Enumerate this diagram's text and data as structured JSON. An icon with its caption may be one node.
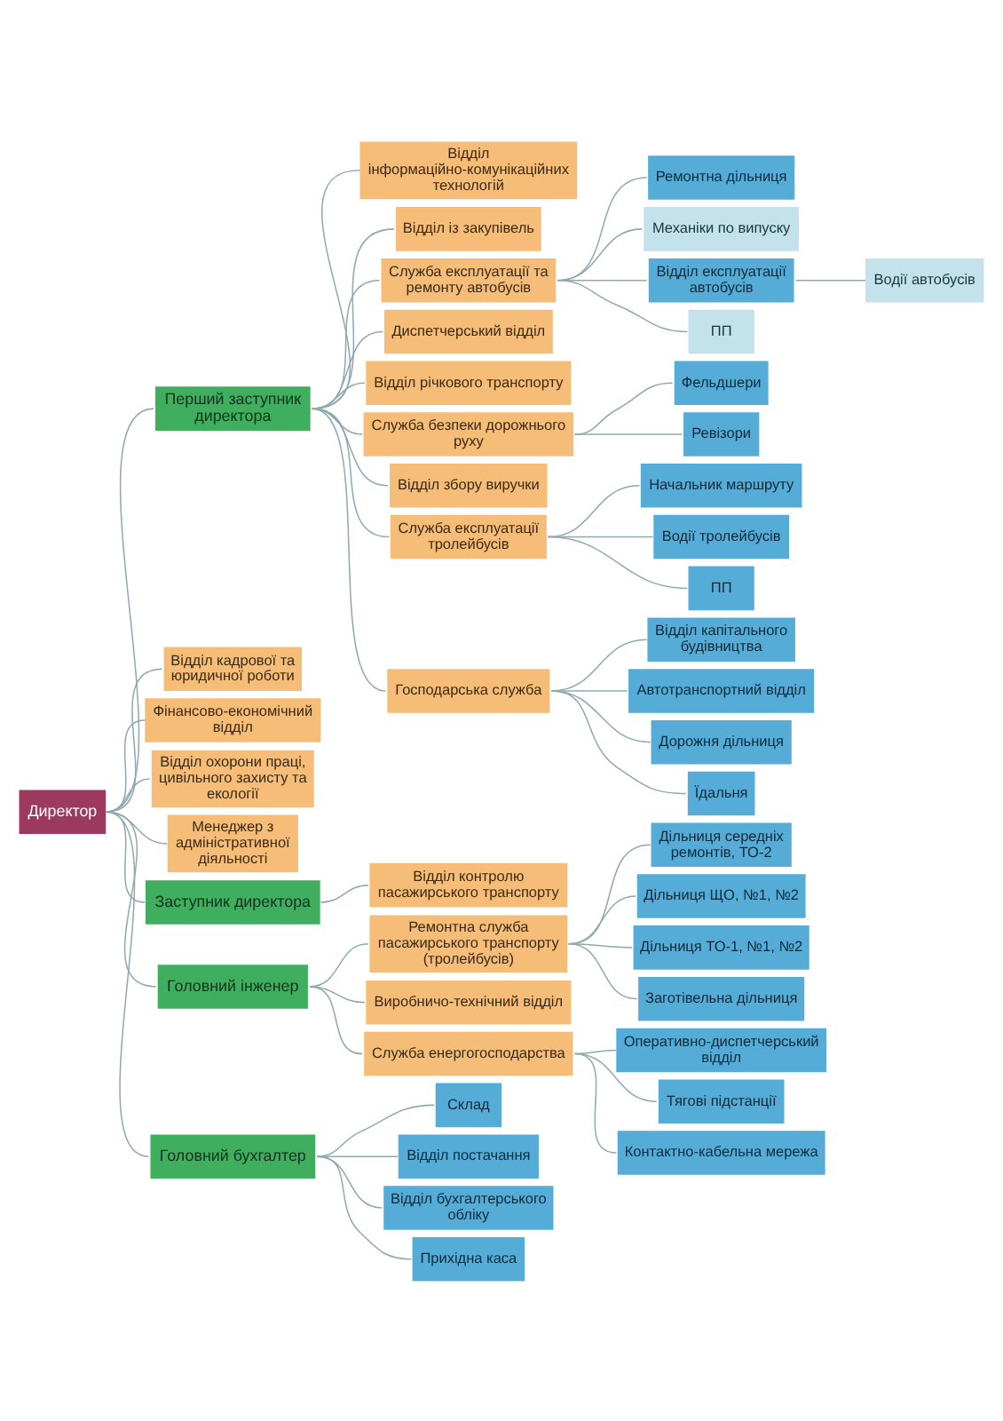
{
  "diagram": {
    "nodes": [
      {
        "text": [
          "Директор"
        ]
      },
      {
        "text": [
          "Перший заступник директора"
        ]
      },
      {
        "text": [
          "Відділ інформаційно-комунікаційних технологій"
        ]
      },
      {
        "text": [
          "Відділ із закупівель"
        ]
      },
      {
        "text": [
          "Служба експлуатації та ремонту автобусів"
        ]
      },
      {
        "text": [
          "Ремонтна дільниця"
        ]
      },
      {
        "text": [
          "Механіки по випуску"
        ]
      },
      {
        "text": [
          "Відділ експлуатації автобусів"
        ]
      },
      {
        "text": [
          "Водії автобусів"
        ]
      },
      {
        "text": [
          "ПП"
        ]
      },
      {
        "text": [
          "Диспетчерський відділ"
        ]
      },
      {
        "text": [
          "Відділ річкового транспорту"
        ]
      },
      {
        "text": [
          "Служба безпеки дорожнього руху"
        ]
      },
      {
        "text": [
          "Фельдшери"
        ]
      },
      {
        "text": [
          "Ревізори"
        ]
      },
      {
        "text": [
          "Відділ збору виручки"
        ]
      },
      {
        "text": [
          "Служба експлуатації тролейбусів"
        ]
      },
      {
        "text": [
          "Начальник маршруту"
        ]
      },
      {
        "text": [
          "Водії тролейбусів"
        ]
      },
      {
        "text": [
          "ПП"
        ]
      },
      {
        "text": [
          "Господарська служба"
        ]
      },
      {
        "text": [
          "Відділ капітального будівництва"
        ]
      },
      {
        "text": [
          "Автотранспортний відділ"
        ]
      },
      {
        "text": [
          "Дорожня дільниця"
        ]
      },
      {
        "text": [
          "Їдальня"
        ]
      },
      {
        "text": [
          "Відділ кадрової та юридичної роботи"
        ]
      },
      {
        "text": [
          "Фінансово-економічний відділ"
        ]
      },
      {
        "text": [
          "Відділ охорони праці, цивільного захисту та екології"
        ]
      },
      {
        "text": [
          "Менеджер з адміністративної діяльності"
        ]
      },
      {
        "text": [
          "Заступник директора"
        ]
      },
      {
        "text": [
          "Відділ контролю пасажирського транспорту"
        ]
      },
      {
        "text": [
          "Головний інженер"
        ]
      },
      {
        "text": [
          "Ремонтна служба пасажирського транспорту (тролейбусів)"
        ]
      },
      {
        "text": [
          "Дільниця середніх ремонтів, ТО-2"
        ]
      },
      {
        "text": [
          "Дільниця ЩО, №1, №2"
        ]
      },
      {
        "text": [
          "Дільниця ТО-1, №1, №2"
        ]
      },
      {
        "text": [
          "Заготівельна дільниця"
        ]
      },
      {
        "text": [
          "Виробничо-технічний відділ"
        ]
      },
      {
        "text": [
          "Служба енергогосподарства"
        ]
      },
      {
        "text": [
          "Оперативно-диспетчерський відділ"
        ]
      },
      {
        "text": [
          "Тягові підстанції"
        ]
      },
      {
        "text": [
          "Контактно-кабельна мережа"
        ]
      },
      {
        "text": [
          "Головний бухгалтер"
        ]
      },
      {
        "text": [
          "Склад"
        ]
      },
      {
        "text": [
          "Відділ постачання"
        ]
      },
      {
        "text": [
          "Відділ бухгалтерського обліку"
        ]
      },
      {
        "text": [
          "Прихідна каса"
        ]
      }
    ],
    "edges": [
      {
        "from": 0,
        "to": 1,
        "arrow": "none"
      },
      {
        "from": 0,
        "to": 25,
        "arrow": "none"
      },
      {
        "from": 0,
        "to": 26,
        "arrow": "none"
      },
      {
        "from": 0,
        "to": 27,
        "arrow": "none"
      },
      {
        "from": 0,
        "to": 28,
        "arrow": "none"
      },
      {
        "from": 0,
        "to": 29,
        "arrow": "none"
      },
      {
        "from": 0,
        "to": 31,
        "arrow": "none"
      },
      {
        "from": 0,
        "to": 42,
        "arrow": "none"
      },
      {
        "from": 1,
        "to": 2,
        "arrow": "none"
      },
      {
        "from": 1,
        "to": 3,
        "arrow": "none"
      },
      {
        "from": 1,
        "to": 4,
        "arrow": "none"
      },
      {
        "from": 1,
        "to": 10,
        "arrow": "none"
      },
      {
        "from": 1,
        "to": 11,
        "arrow": "none"
      },
      {
        "from": 1,
        "to": 12,
        "arrow": "none"
      },
      {
        "from": 1,
        "to": 15,
        "arrow": "none"
      },
      {
        "from": 1,
        "to": 16,
        "arrow": "none"
      },
      {
        "from": 1,
        "to": 20,
        "arrow": "none"
      },
      {
        "from": 4,
        "to": 5,
        "arrow": "none"
      },
      {
        "from": 4,
        "to": 6,
        "arrow": "none"
      },
      {
        "from": 4,
        "to": 7,
        "arrow": "none"
      },
      {
        "from": 4,
        "to": 9,
        "arrow": "none"
      },
      {
        "from": 7,
        "to": 8,
        "arrow": "none"
      },
      {
        "from": 12,
        "to": 13,
        "arrow": "none"
      },
      {
        "from": 12,
        "to": 14,
        "arrow": "none"
      },
      {
        "from": 16,
        "to": 17,
        "arrow": "none"
      },
      {
        "from": 16,
        "to": 18,
        "arrow": "none"
      },
      {
        "from": 16,
        "to": 19,
        "arrow": "none"
      },
      {
        "from": 20,
        "to": 21,
        "arrow": "none"
      },
      {
        "from": 20,
        "to": 22,
        "arrow": "none"
      },
      {
        "from": 20,
        "to": 23,
        "arrow": "none"
      },
      {
        "from": 20,
        "to": 24,
        "arrow": "none"
      },
      {
        "from": 29,
        "to": 30,
        "arrow": "none"
      },
      {
        "from": 31,
        "to": 32,
        "arrow": "none"
      },
      {
        "from": 31,
        "to": 37,
        "arrow": "none"
      },
      {
        "from": 31,
        "to": 38,
        "arrow": "none"
      },
      {
        "from": 32,
        "to": 33,
        "arrow": "none"
      },
      {
        "from": 32,
        "to": 34,
        "arrow": "none"
      },
      {
        "from": 32,
        "to": 35,
        "arrow": "none"
      },
      {
        "from": 32,
        "to": 36,
        "arrow": "none"
      },
      {
        "from": 38,
        "to": 39,
        "arrow": "none"
      },
      {
        "from": 38,
        "to": 40,
        "arrow": "none"
      },
      {
        "from": 38,
        "to": 41,
        "arrow": "none"
      },
      {
        "from": 42,
        "to": 43,
        "arrow": "none"
      },
      {
        "from": 42,
        "to": 44,
        "arrow": "none"
      },
      {
        "from": 42,
        "to": 45,
        "arrow": "none"
      },
      {
        "from": 42,
        "to": 46,
        "arrow": "none"
      }
    ]
  }
}
